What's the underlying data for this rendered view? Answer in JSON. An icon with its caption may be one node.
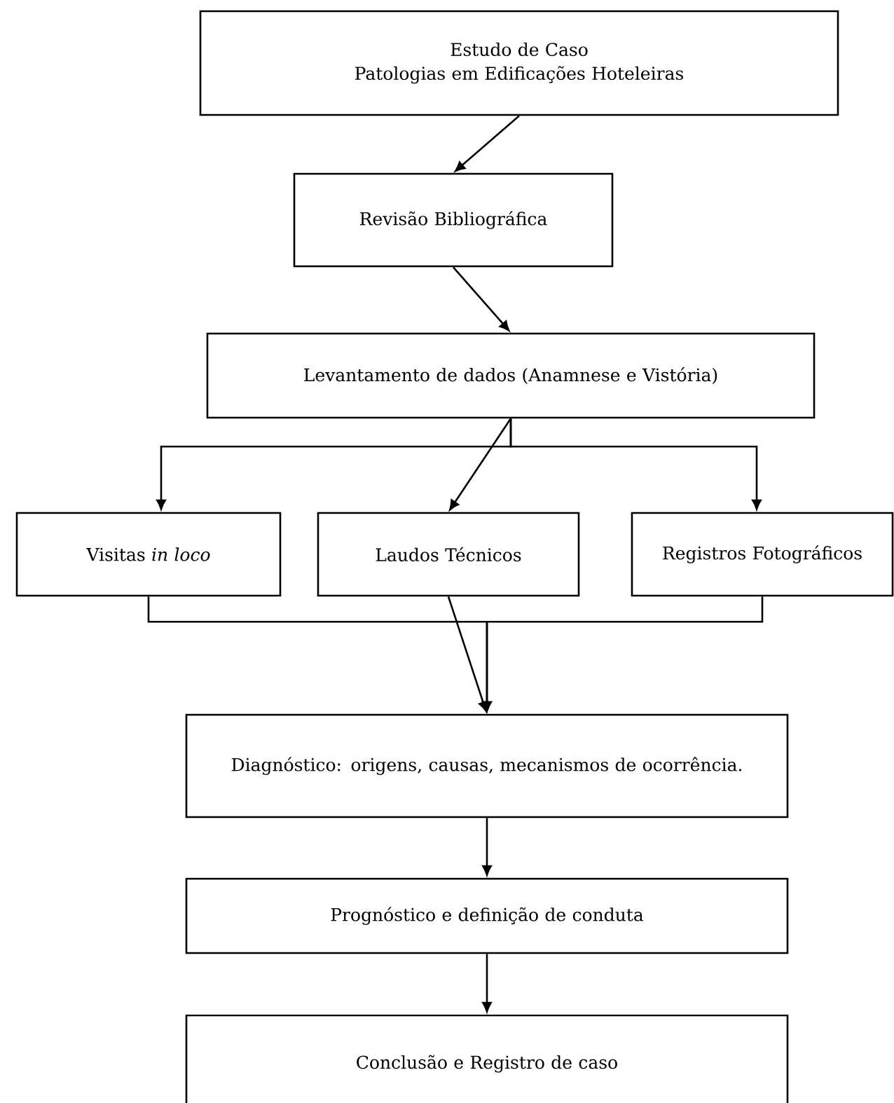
{
  "diagram": {
    "nodes": [
      {
        "text": [
          "Estudo de Caso",
          "Patologias em Edificações Hoteleiras"
        ]
      },
      {
        "text": [
          "Revisão Bibliográfica"
        ]
      },
      {
        "text": [
          "Levantamento de dados (Anamnese e Vistória)"
        ]
      },
      {
        "text": [
          "Visitas *in loco*"
        ]
      },
      {
        "text": [
          "Laudos Técnicos"
        ]
      },
      {
        "text": [
          "Registros Fotográficos"
        ]
      },
      {
        "text": [
          "Diagnóstico: origens, causas, mecanismos de ocorrência."
        ]
      },
      {
        "text": [
          "Prognóstico e definição de conduta"
        ]
      },
      {
        "text": [
          "Conclusão e Registro de caso"
        ]
      }
    ],
    "edges": [
      {
        "from": 0,
        "to": 1,
        "arrow": "to"
      },
      {
        "from": 1,
        "to": 2,
        "arrow": "to"
      },
      {
        "from": 2,
        "to": 3,
        "arrow": "to"
      },
      {
        "from": 2,
        "to": 4,
        "arrow": "to"
      },
      {
        "from": 2,
        "to": 5,
        "arrow": "to"
      },
      {
        "from": 3,
        "to": 6,
        "arrow": "to"
      },
      {
        "from": 4,
        "to": 6,
        "arrow": "to"
      },
      {
        "from": 5,
        "to": 6,
        "arrow": "to"
      },
      {
        "from": 6,
        "to": 7,
        "arrow": "to"
      },
      {
        "from": 7,
        "to": 8,
        "arrow": "to"
      }
    ]
  }
}
